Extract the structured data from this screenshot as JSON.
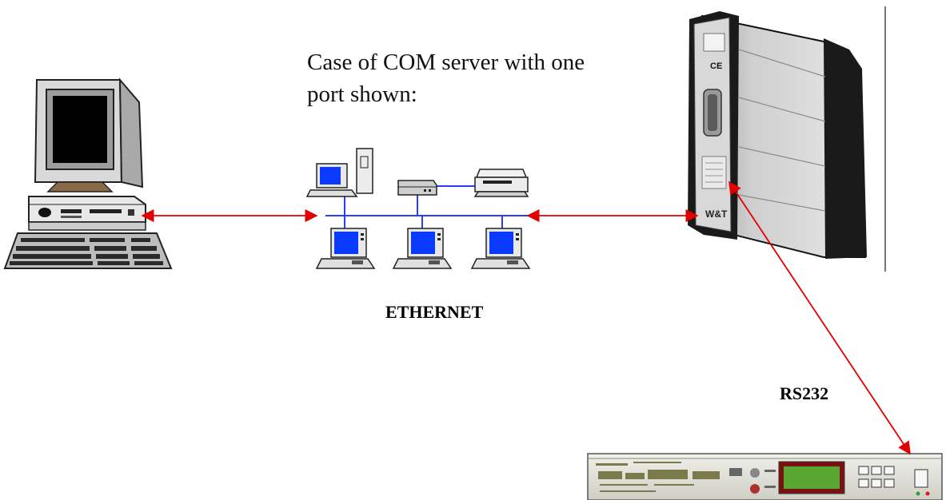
{
  "caption": {
    "line1": "Case of COM server with one",
    "line2": "port shown:"
  },
  "labels": {
    "network": "ETHERNET",
    "serial": "RS232"
  },
  "device": {
    "ce_mark": "CE",
    "logo": "W&T"
  },
  "colors": {
    "link_arrow": "#e00000",
    "network_bus": "#2a3cff",
    "screen_blue": "#0a3aff"
  },
  "icons": [
    "desktop-computer-icon",
    "network-workstation-icon",
    "hub-icon",
    "printer-icon",
    "com-server-icon",
    "rack-instrument-icon"
  ]
}
